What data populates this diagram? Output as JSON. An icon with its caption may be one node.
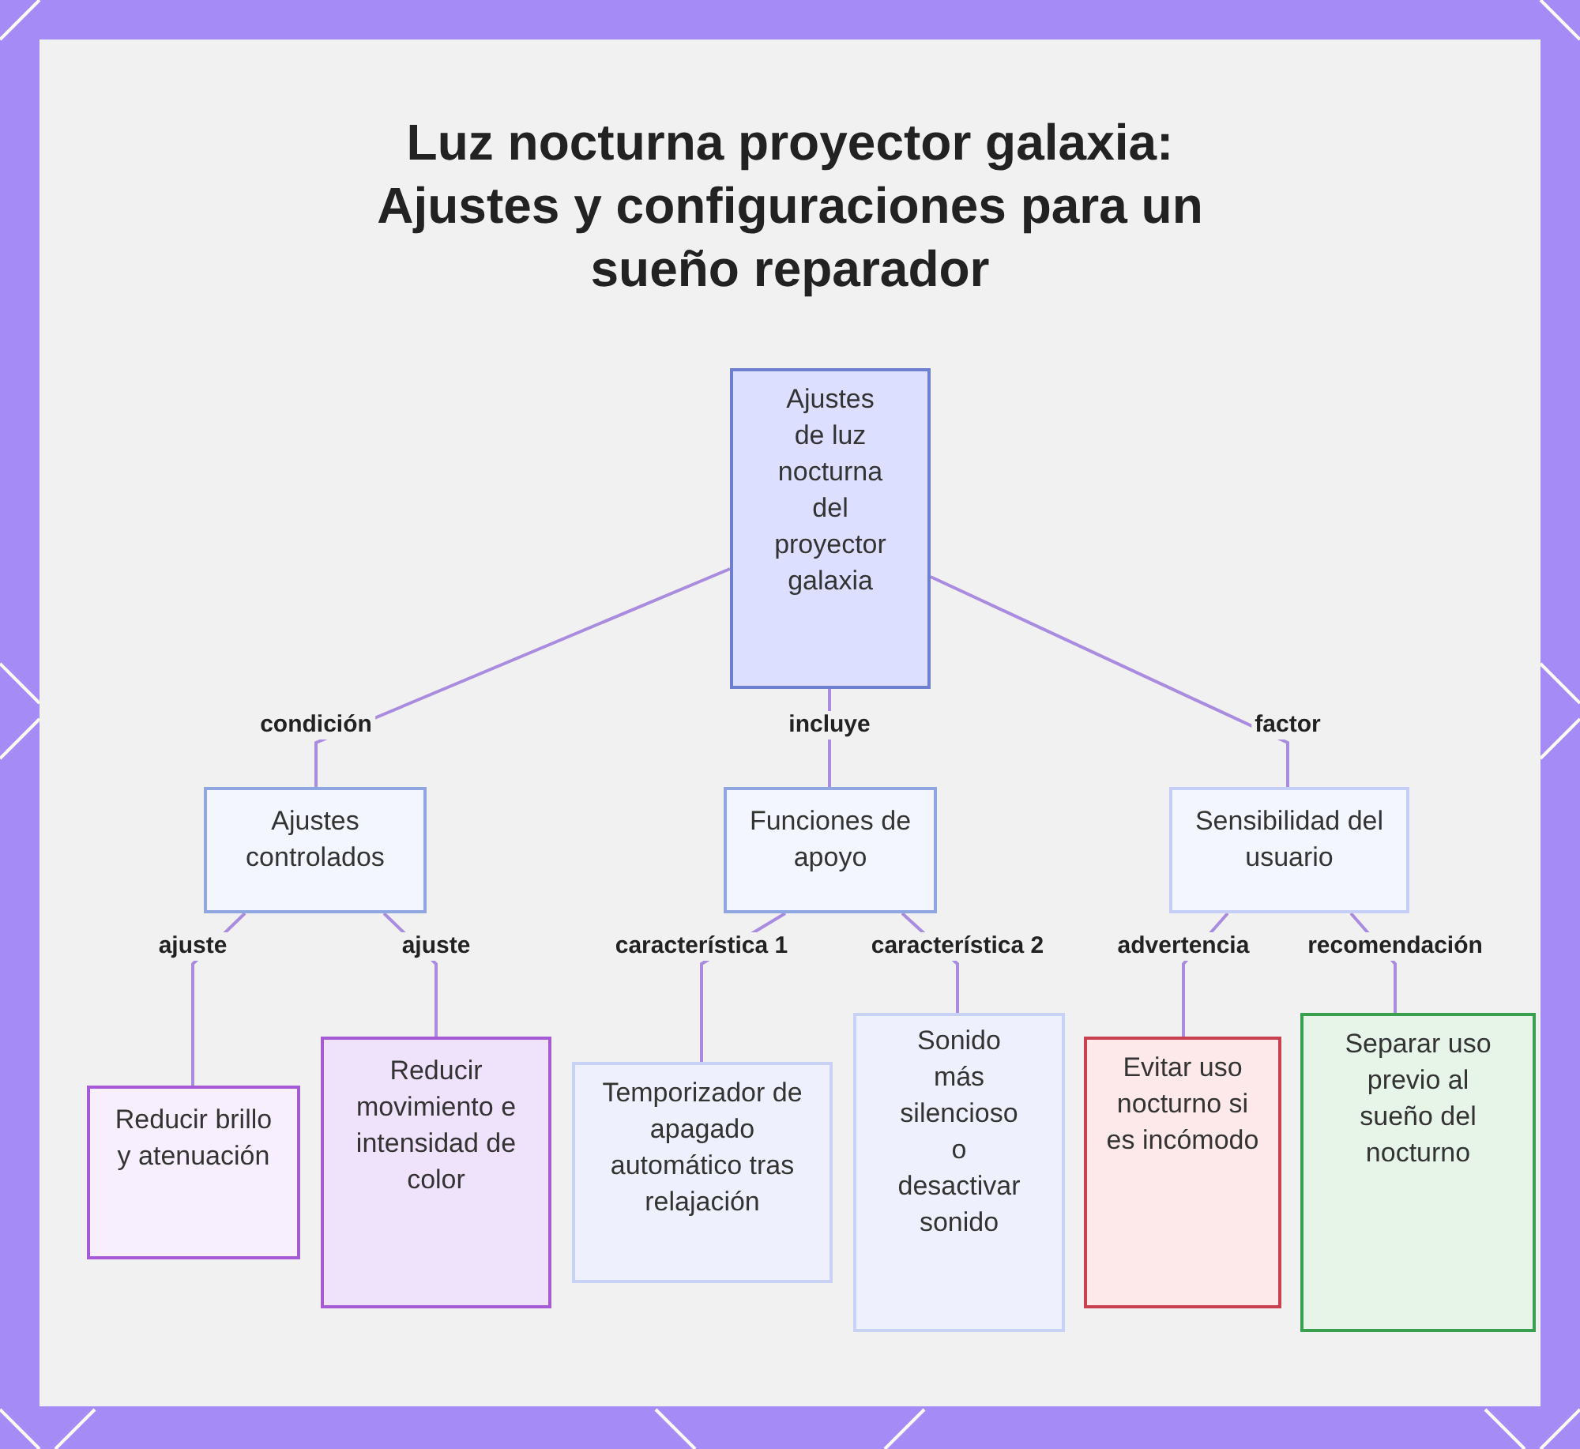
{
  "diagram": {
    "title": "Luz nocturna proyector galaxia: Ajustes y configuraciones para un sueño reparador",
    "nodes": [
      {
        "text": [
          "Ajustes de luz nocturna del proyector galaxia"
        ]
      },
      {
        "text": [
          "Ajustes controlados"
        ]
      },
      {
        "text": [
          "Funciones de apoyo"
        ]
      },
      {
        "text": [
          "Sensibilidad del usuario"
        ]
      },
      {
        "text": [
          "Reducir brillo y atenuación"
        ]
      },
      {
        "text": [
          "Reducir movimiento e intensidad de color"
        ]
      },
      {
        "text": [
          "Temporizador de apagado automático tras relajación"
        ]
      },
      {
        "text": [
          "Sonido más silencioso o desactivar sonido"
        ]
      },
      {
        "text": [
          "Evitar uso nocturno si es incómodo"
        ]
      },
      {
        "text": [
          "Separar uso previo al sueño del nocturno"
        ]
      }
    ],
    "edges": [
      {
        "from": 0,
        "to": 1,
        "arrow": "none",
        "label": "condición"
      },
      {
        "from": 0,
        "to": 2,
        "arrow": "none",
        "label": "incluye"
      },
      {
        "from": 0,
        "to": 3,
        "arrow": "none",
        "label": "factor"
      },
      {
        "from": 1,
        "to": 4,
        "arrow": "none",
        "label": "ajuste"
      },
      {
        "from": 1,
        "to": 5,
        "arrow": "none",
        "label": "ajuste"
      },
      {
        "from": 2,
        "to": 6,
        "arrow": "none",
        "label": "característica 1"
      },
      {
        "from": 2,
        "to": 7,
        "arrow": "none",
        "label": "característica 2"
      },
      {
        "from": 3,
        "to": 8,
        "arrow": "none",
        "label": "advertencia"
      },
      {
        "from": 3,
        "to": 9,
        "arrow": "none",
        "label": "recomendación"
      }
    ]
  }
}
